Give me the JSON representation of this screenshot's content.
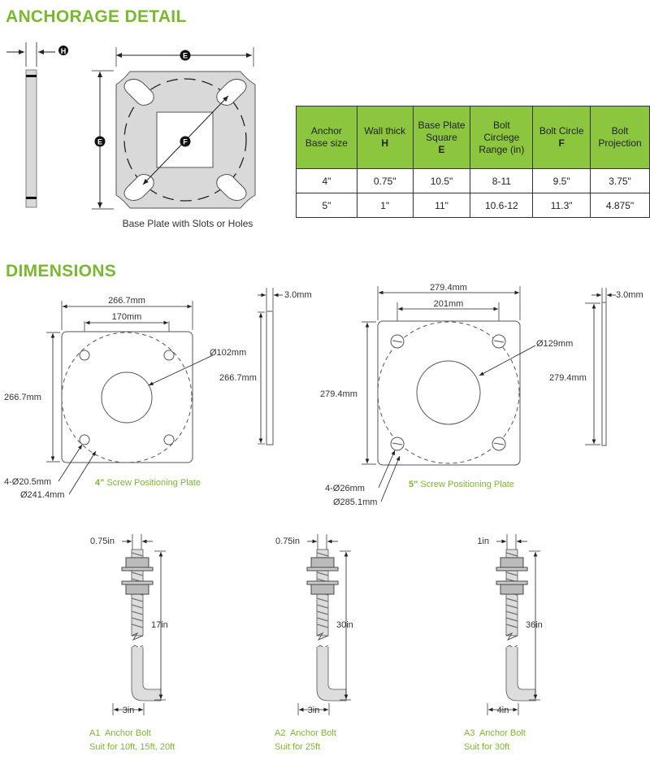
{
  "headings": {
    "anchorage": "ANCHORAGE DETAIL",
    "dimensions": "DIMENSIONS"
  },
  "anchorage": {
    "side_label": "H",
    "width_label": "E",
    "height_label": "E",
    "circle_label": "F",
    "caption": "Base Plate with Slots or Holes"
  },
  "table": {
    "headers": [
      {
        "text": "Anchor Base size",
        "sym": ""
      },
      {
        "text": "Wall thick",
        "sym": "H"
      },
      {
        "text": "Base Plate Square",
        "sym": "E"
      },
      {
        "text": "Bolt Circlege Range (in)",
        "sym": ""
      },
      {
        "text": "Bolt Circle",
        "sym": "F"
      },
      {
        "text": "Bolt Projection",
        "sym": ""
      }
    ],
    "rows": [
      [
        "4\"",
        "0.75\"",
        "10.5\"",
        "8-11",
        "9.5\"",
        "3.75\""
      ],
      [
        "5\"",
        "1\"",
        "11\"",
        "10.6-12",
        "11.3\"",
        "4.875\""
      ]
    ]
  },
  "plate4": {
    "width": "266.7mm",
    "spacing": "170mm",
    "height": "266.7mm",
    "hole": "Ø102mm",
    "bolt_holes": "4-Ø20.5mm",
    "circle": "Ø241.4mm",
    "side_height": "266.7mm",
    "thickness": "3.0mm",
    "caption_size": "4\"",
    "caption_text": " Screw Positioning Plate"
  },
  "plate5": {
    "width": "279.4mm",
    "spacing": "201mm",
    "height": "279.4mm",
    "hole": "Ø129mm",
    "bolt_holes": "4-Ø26mm",
    "circle": "Ø285.1mm",
    "side_height": "279.4mm",
    "thickness": "3.0mm",
    "caption_size": "5\"",
    "caption_text": " Screw Positioning Plate"
  },
  "bolts": [
    {
      "dia": "0.75in",
      "length": "17in",
      "hook": "3in",
      "name": "A1  Anchor Bolt",
      "suit": "Suit for 10ft, 15ft, 20ft"
    },
    {
      "dia": "0.75in",
      "length": "30in",
      "hook": "3in",
      "name": "A2  Anchor Bolt",
      "suit": "Suit for 25ft"
    },
    {
      "dia": "1in",
      "length": "36in",
      "hook": "4in",
      "name": "A3  Anchor Bolt",
      "suit": "Suit for 30ft"
    }
  ],
  "colors": {
    "accent": "#7ab82f",
    "header_fill": "#8cc63f",
    "plate_fill": "#d9d9d9"
  }
}
